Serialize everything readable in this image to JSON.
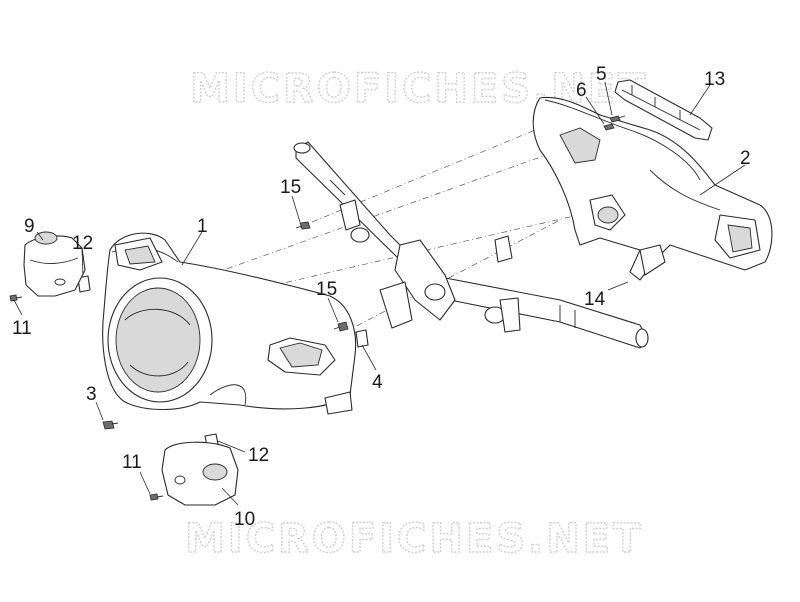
{
  "watermark": {
    "top": "MICROFICHES.NET",
    "bottom": "MICROFICHES.NET"
  },
  "callouts": {
    "c1": "1",
    "c2": "2",
    "c3": "3",
    "c4": "4",
    "c5": "5",
    "c6": "6",
    "c9": "9",
    "c10": "10",
    "c11_top": "11",
    "c11_bottom": "11",
    "c12_top": "12",
    "c12_bottom": "12",
    "c13": "13",
    "c14": "14",
    "c15_top": "15",
    "c15_mid": "15"
  }
}
